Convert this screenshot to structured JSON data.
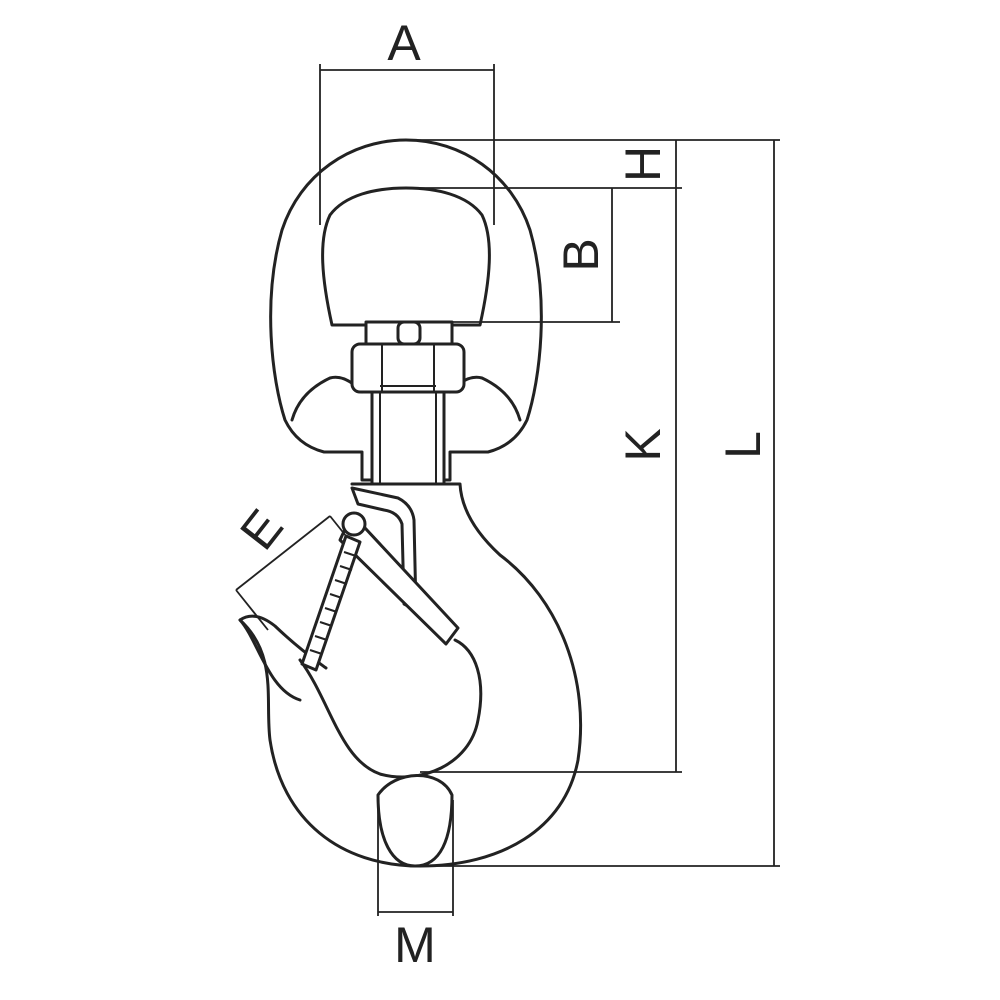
{
  "diagram": {
    "labels": {
      "A": "A",
      "B": "B",
      "H": "H",
      "K": "K",
      "L": "L",
      "E": "E",
      "M": "M"
    }
  }
}
